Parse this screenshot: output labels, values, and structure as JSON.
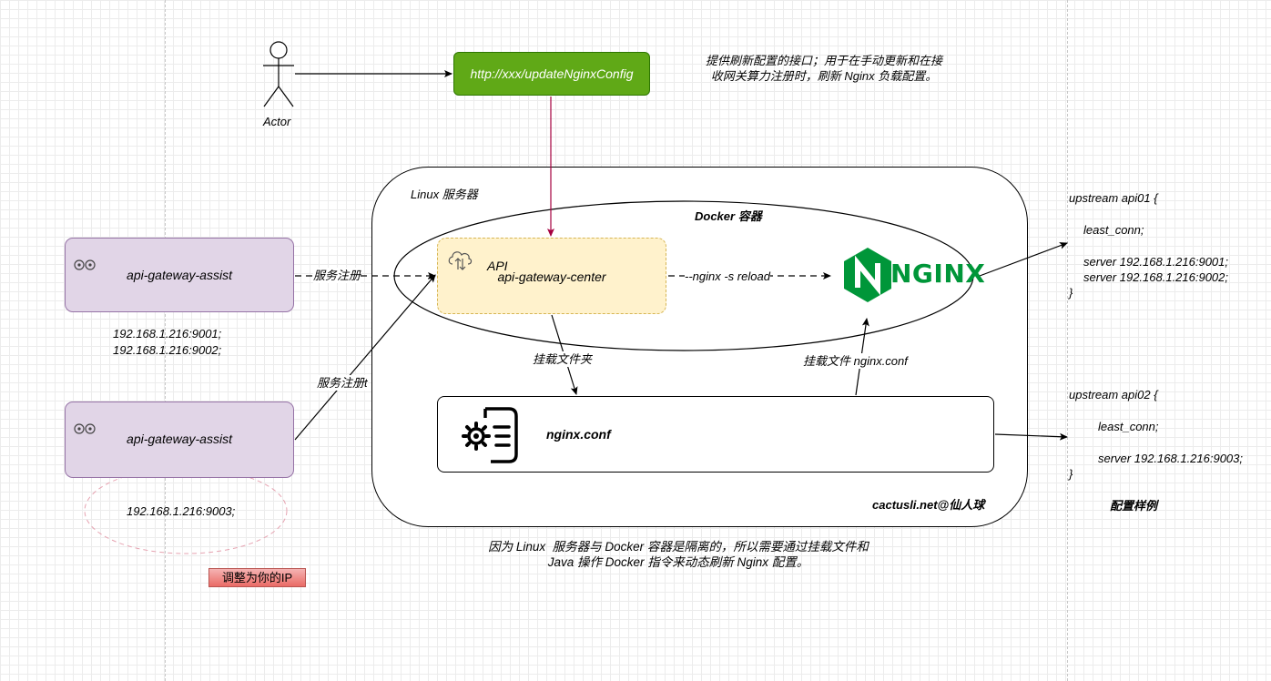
{
  "actor": {
    "label": "Actor"
  },
  "url_box": {
    "label": "http://xxx/updateNginxConfig"
  },
  "top_note": {
    "line1": "提供刷新配置的接口；用于在手动更新和在接",
    "line2": "收网关算力注册时，刷新 Nginx 负载配置。"
  },
  "linux": {
    "label": "Linux 服务器",
    "credit": "cactusli.net@仙人球"
  },
  "docker": {
    "label": "Docker 容器"
  },
  "center": {
    "api_label": "API",
    "name": "api-gateway-center"
  },
  "nginx": {
    "logo_text": "NGINX"
  },
  "edges": {
    "register_1": "服务注册",
    "register_2": "服务注册t",
    "reload": "--nginx -s reload",
    "mount_folder": "挂载文件夹",
    "mount_file": "挂载文件 nginx.conf"
  },
  "assist_1": {
    "name": "api-gateway-assist",
    "ip1": "192.168.1.216:9001;",
    "ip2": "192.168.1.216:9002;"
  },
  "assist_2": {
    "name": "api-gateway-assist",
    "ip": "192.168.1.216:9003;"
  },
  "ip_note": "调整为你的IP",
  "conf": {
    "name": "nginx.conf"
  },
  "bottom_note": {
    "line1": "因为 Linux  服务器与 Docker 容器是隔离的，所以需要通过挂载文件和",
    "line2": "Java 操作 Docker 指令来动态刷新 Nginx 配置。"
  },
  "config1": {
    "l1": "upstream api01 {",
    "l2": "least_conn;",
    "l3": "server 192.168.1.216:9001;",
    "l4": "server 192.168.1.216:9002;",
    "l5": "}"
  },
  "config2": {
    "l1": "upstream api02 {",
    "l2": "least_conn;",
    "l3": "server 192.168.1.216:9003;",
    "l4": "}"
  },
  "config_caption": "配置样例",
  "colors": {
    "url_green": "#60a917",
    "assist_purple": "#e1d5e7",
    "center_yellow": "#fff2cc",
    "nginx_green": "#009639",
    "arrow_red": "#a50040"
  }
}
